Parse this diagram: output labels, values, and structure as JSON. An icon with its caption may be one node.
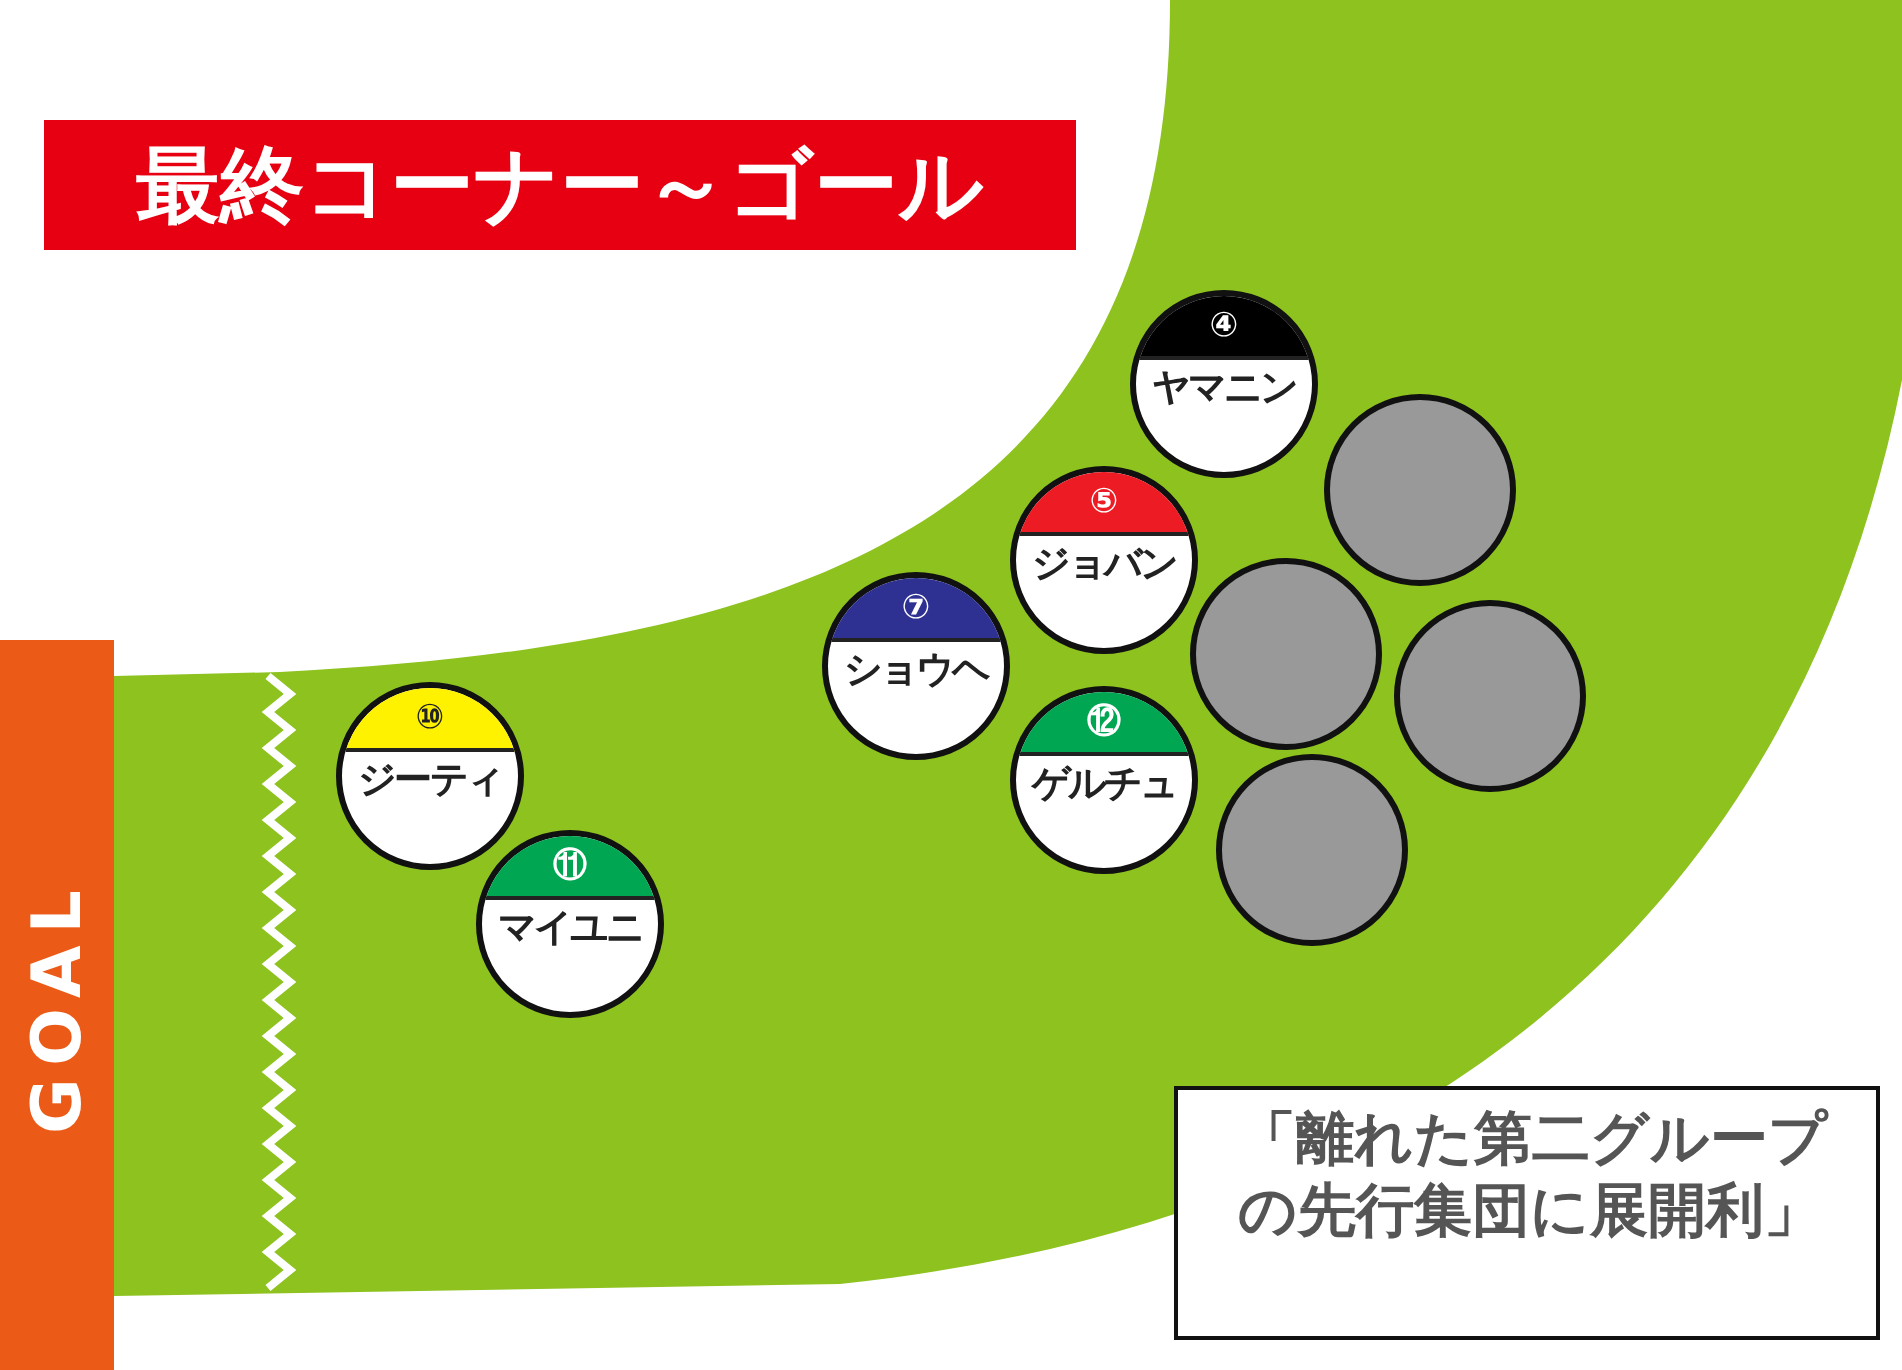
{
  "diagram": {
    "title": "最終コーナー～ゴール",
    "nodes": [
      {
        "text": [
          "④",
          "ヤマニン"
        ]
      },
      {
        "text": [
          "⑤",
          "ジョバン"
        ]
      },
      {
        "text": [
          "⑦",
          "ショウヘ"
        ]
      },
      {
        "text": [
          "⑫",
          "ゲルチュ"
        ]
      },
      {
        "text": [
          "⑩",
          "ジーティ"
        ]
      },
      {
        "text": [
          "⑪",
          "マイユニ"
        ]
      },
      {
        "text": [],
        "shape": "circle"
      },
      {
        "text": [],
        "shape": "circle"
      },
      {
        "text": [],
        "shape": "circle"
      },
      {
        "text": [],
        "shape": "circle"
      },
      {
        "text": [
          "GOAL"
        ]
      },
      {
        "text": [
          "「離れた第二グループの先行集団に展開利」"
        ]
      }
    ]
  }
}
